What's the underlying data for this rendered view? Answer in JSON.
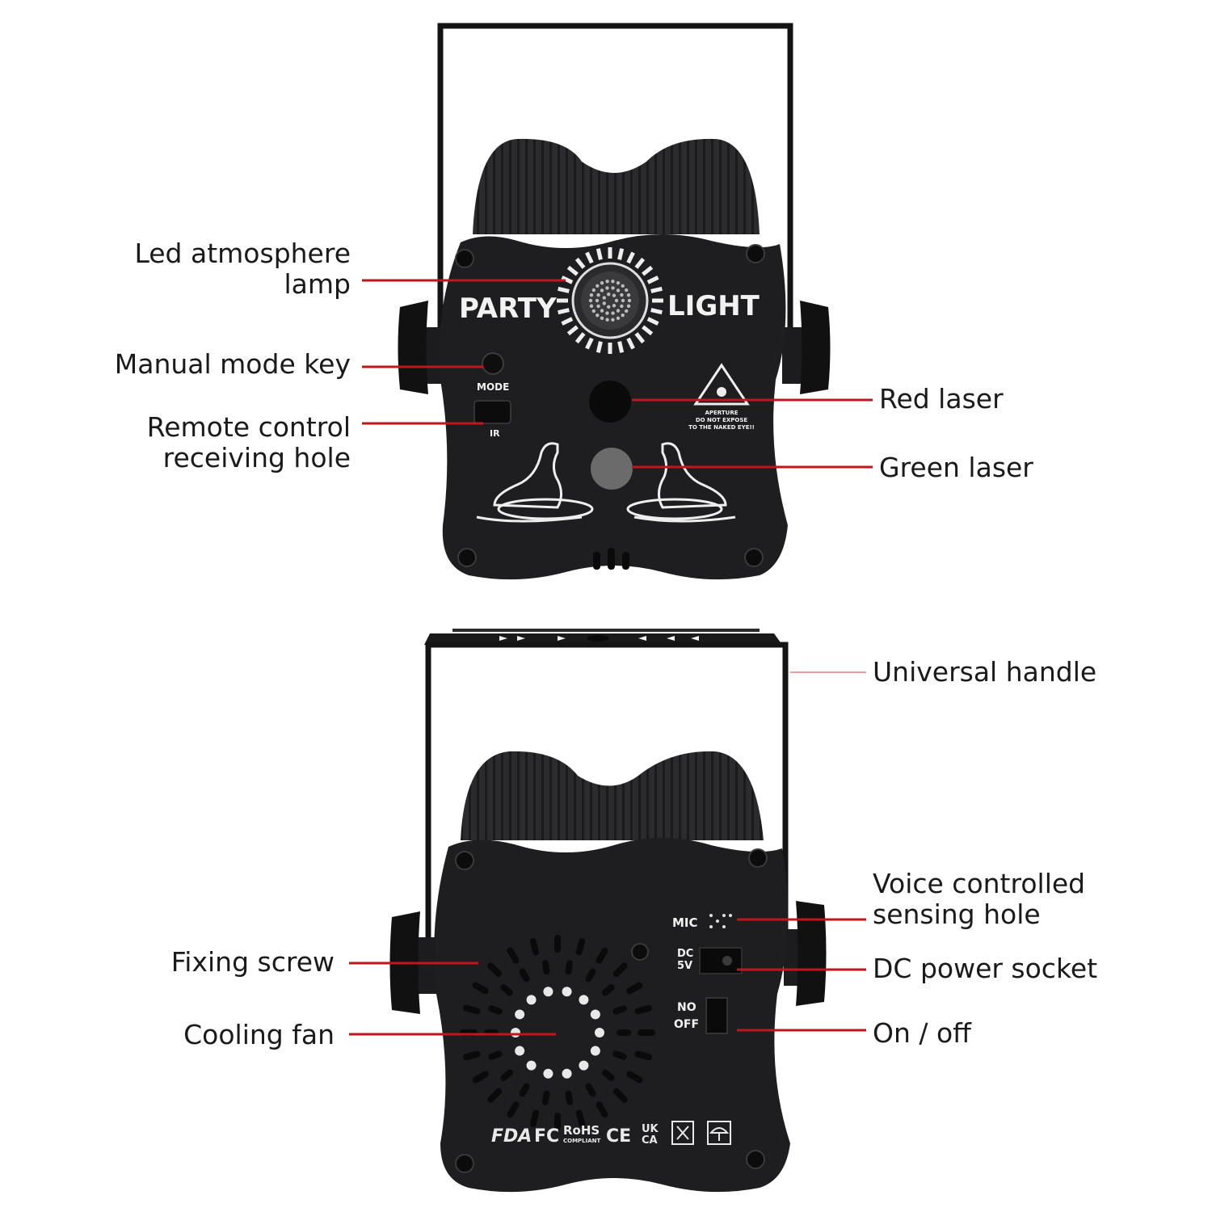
{
  "colors": {
    "leader": "#c0161c",
    "leader_faint": "#e8a0a0",
    "body": "#1b1b1d",
    "panel": "#222224",
    "text": "#1a1a1a"
  },
  "callouts": {
    "led_lamp": [
      "Led atmosphere",
      "lamp"
    ],
    "mode_key": [
      "Manual mode key"
    ],
    "ir_hole": [
      "Remote control",
      "receiving hole"
    ],
    "red_laser": [
      "Red laser"
    ],
    "green_laser": [
      "Green laser"
    ],
    "handle": [
      "Universal handle"
    ],
    "voice_hole": [
      "Voice controlled",
      "sensing hole"
    ],
    "fixing_screw": [
      "Fixing screw"
    ],
    "dc_socket": [
      "DC power socket"
    ],
    "cooling_fan": [
      "Cooling fan"
    ],
    "on_off": [
      "On / off"
    ]
  },
  "front_panel": {
    "brand_left": "PARTY",
    "brand_right": "LIGHT",
    "mode_label": "MODE",
    "ir_label": "IR",
    "warning": [
      "APERTURE",
      "DO NOT EXPOSE",
      "TO THE NAKED EYE!!"
    ]
  },
  "back_panel": {
    "mic_label": "MIC",
    "dc_label": [
      "DC",
      "5V"
    ],
    "switch_label": [
      "NO",
      "OFF"
    ],
    "certs": [
      "FDA",
      "FC",
      "RoHS",
      "CE",
      "UK",
      "CA"
    ],
    "rohs_sub": "COMPLIANT"
  }
}
